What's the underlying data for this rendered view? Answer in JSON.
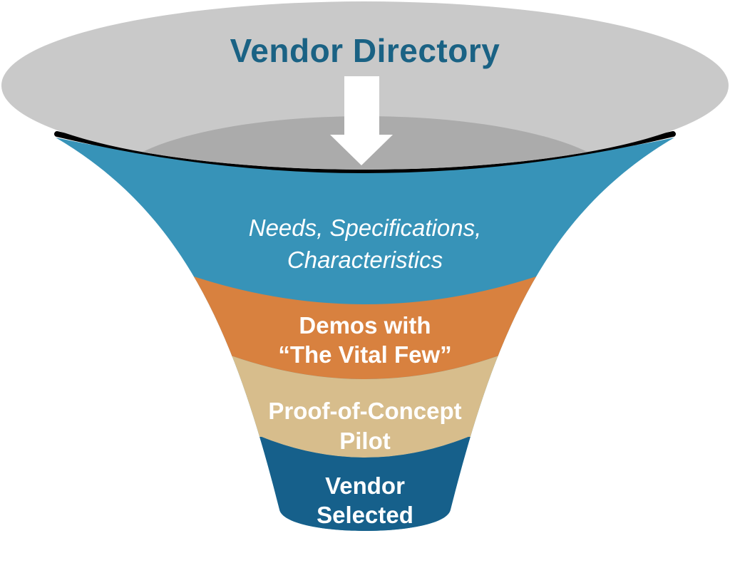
{
  "diagram": {
    "type": "funnel",
    "title": "Vendor Directory",
    "title_color": "#1a6284",
    "text_color": "#ffffff",
    "arrow": {
      "icon": "down-arrow-icon",
      "color": "#ffffff"
    },
    "mouth": {
      "outer_color": "#c9c9c9",
      "inner_color": "#ababab",
      "rim_color": "#000000"
    },
    "stages": [
      {
        "label": "Needs, Specifications,\nCharacteristics",
        "color": "#3793b8",
        "text_style": "italic"
      },
      {
        "label": "Demos with\n“The Vital Few”",
        "color": "#d8813f",
        "text_style": "bold"
      },
      {
        "label": "Proof-of-Concept\nPilot",
        "color": "#d7bd8c",
        "text_style": "bold"
      },
      {
        "label": "Vendor\nSelected",
        "color": "#16608b",
        "text_style": "bold"
      }
    ]
  }
}
